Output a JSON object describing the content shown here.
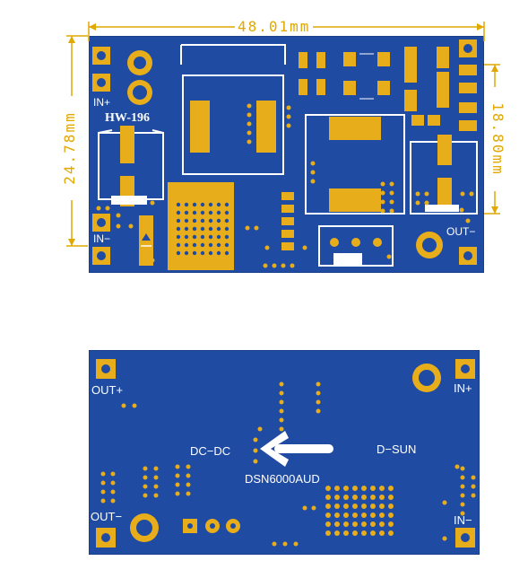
{
  "dimensions": {
    "width_label": "48.01mm",
    "height_left_label": "24.78mm",
    "height_right_label": "18.80mm",
    "line_color": "#e0a800"
  },
  "top_board": {
    "model_label": "HW-196",
    "in_plus": "IN+",
    "in_minus": "IN−",
    "out_minus": "OUT−",
    "board_color": "#1f4ba2",
    "pad_color": "#e8ad1b"
  },
  "bottom_board": {
    "out_plus": "OUT+",
    "out_minus": "OUT−",
    "in_plus": "IN+",
    "in_minus": "IN−",
    "dc_dc": "DC−DC",
    "d_sun": "D−SUN",
    "part_number": "DSN6000AUD",
    "arrow_color": "#ffffff"
  }
}
